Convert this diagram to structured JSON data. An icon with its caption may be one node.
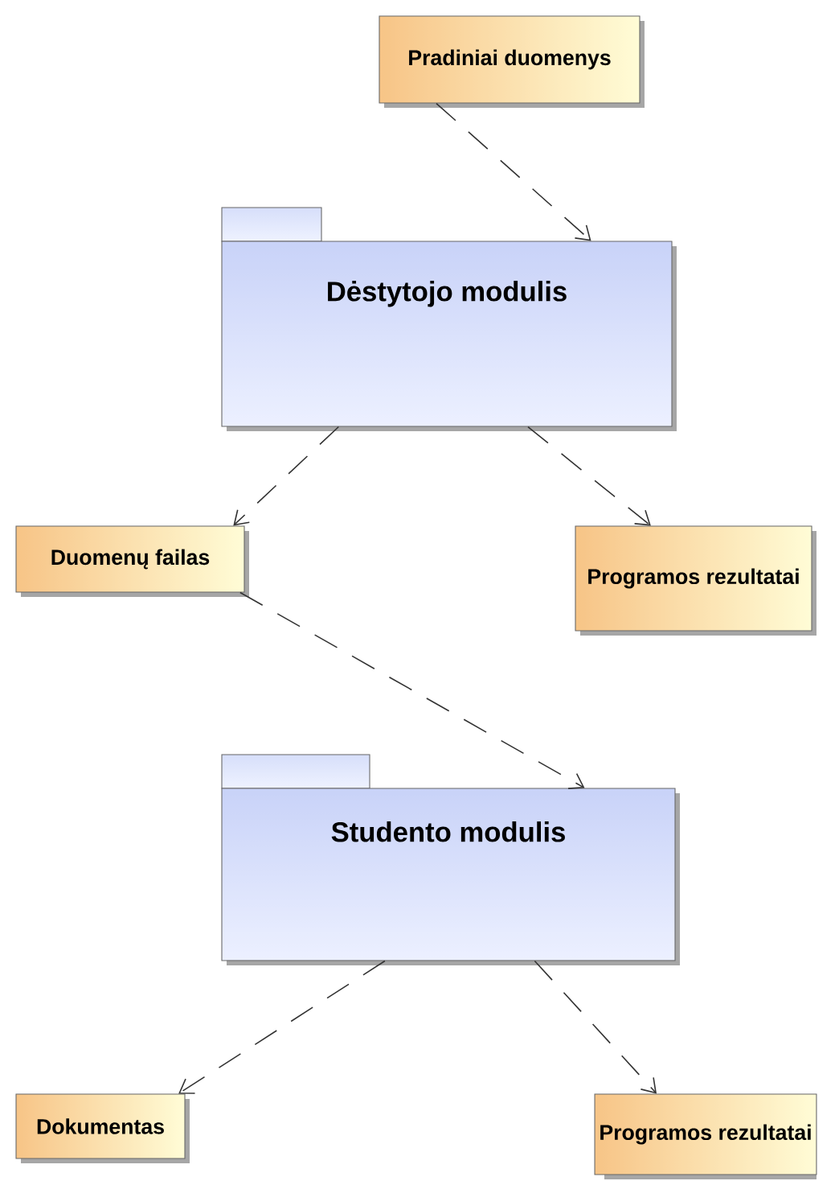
{
  "diagram": {
    "nodes": [
      {
        "text": [
          "Pradiniai duomenys"
        ]
      },
      {
        "text": [
          "Dėstytojo modulis"
        ]
      },
      {
        "text": [
          "Duomenų failas"
        ]
      },
      {
        "text": [
          "Programos rezultatai"
        ]
      },
      {
        "text": [
          "Studento modulis"
        ]
      },
      {
        "text": [
          "Dokumentas"
        ]
      },
      {
        "text": [
          "Programos rezultatai"
        ]
      }
    ],
    "edges": [
      {
        "from": 0,
        "to": 1,
        "arrow": "to",
        "style": "dashed"
      },
      {
        "from": 1,
        "to": 2,
        "arrow": "to",
        "style": "dashed"
      },
      {
        "from": 1,
        "to": 3,
        "arrow": "to",
        "style": "dashed"
      },
      {
        "from": 2,
        "to": 4,
        "arrow": "to",
        "style": "dashed"
      },
      {
        "from": 4,
        "to": 5,
        "arrow": "to",
        "style": "dashed"
      },
      {
        "from": 4,
        "to": 6,
        "arrow": "to",
        "style": "dashed"
      }
    ]
  }
}
